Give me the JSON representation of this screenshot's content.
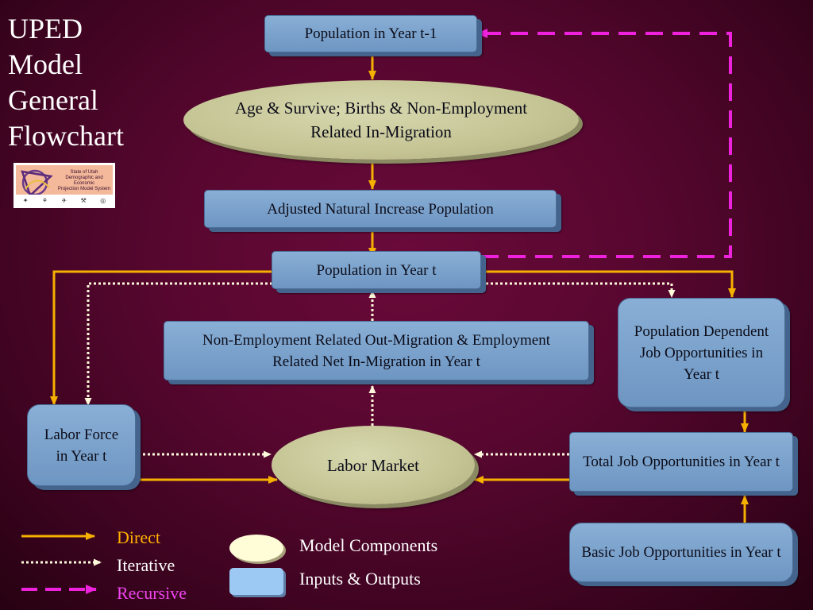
{
  "title": {
    "lines": [
      "UPED",
      "Model",
      "General",
      "Flowchart"
    ]
  },
  "logo": {
    "caption_lines": [
      "State of Utah",
      "Demographic and Economic",
      "Projection Model System"
    ]
  },
  "nodes": {
    "population_prev": "Population in Year t-1",
    "age_survive": "Age & Survive; Births & Non-Employment Related In-Migration",
    "adjusted_natural_increase": "Adjusted Natural Increase Population",
    "population_t": "Population in Year t",
    "migration": "Non-Employment Related Out-Migration & Employment Related Net In-Migration in Year t",
    "pop_dependent_jobs": "Population Dependent Job Opportunities in Year t",
    "labor_force": "Labor Force in Year t",
    "labor_market": "Labor Market",
    "total_jobs": "Total Job Opportunities in Year t",
    "basic_jobs": "Basic Job Opportunities in Year t"
  },
  "legend": {
    "direct": "Direct",
    "iterative": "Iterative",
    "recursive": "Recursive",
    "model_components": "Model Components",
    "inputs_outputs": "Inputs & Outputs"
  },
  "colors": {
    "direct": "#f5b000",
    "iterative": "#fff9dc",
    "recursive": "#ee22dd",
    "box_fill": "#7aa2cc",
    "ellipse_fill": "#c9c99a",
    "legend_model_components": "#fffcd8",
    "legend_inputs_outputs": "#9cc8f4",
    "title_text": "#ffffff",
    "direct_label": "#ffb000",
    "recursive_label": "#ee44ee"
  }
}
